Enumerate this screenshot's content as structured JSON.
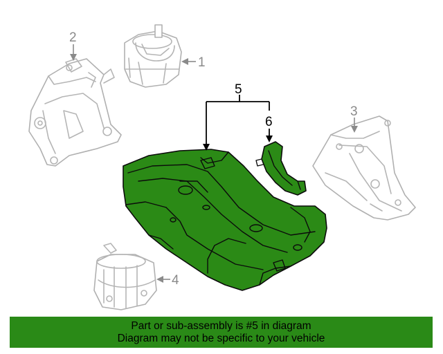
{
  "callouts": {
    "c1": "1",
    "c2": "2",
    "c3": "3",
    "c4": "4",
    "c5": "5",
    "c6": "6"
  },
  "banner": {
    "line1": "Part or sub-assembly is #5 in diagram",
    "line2": "Diagram may not be specific to your vehicle"
  },
  "colors": {
    "highlight": "#2a8a17",
    "outline": "#b5b5b5"
  }
}
